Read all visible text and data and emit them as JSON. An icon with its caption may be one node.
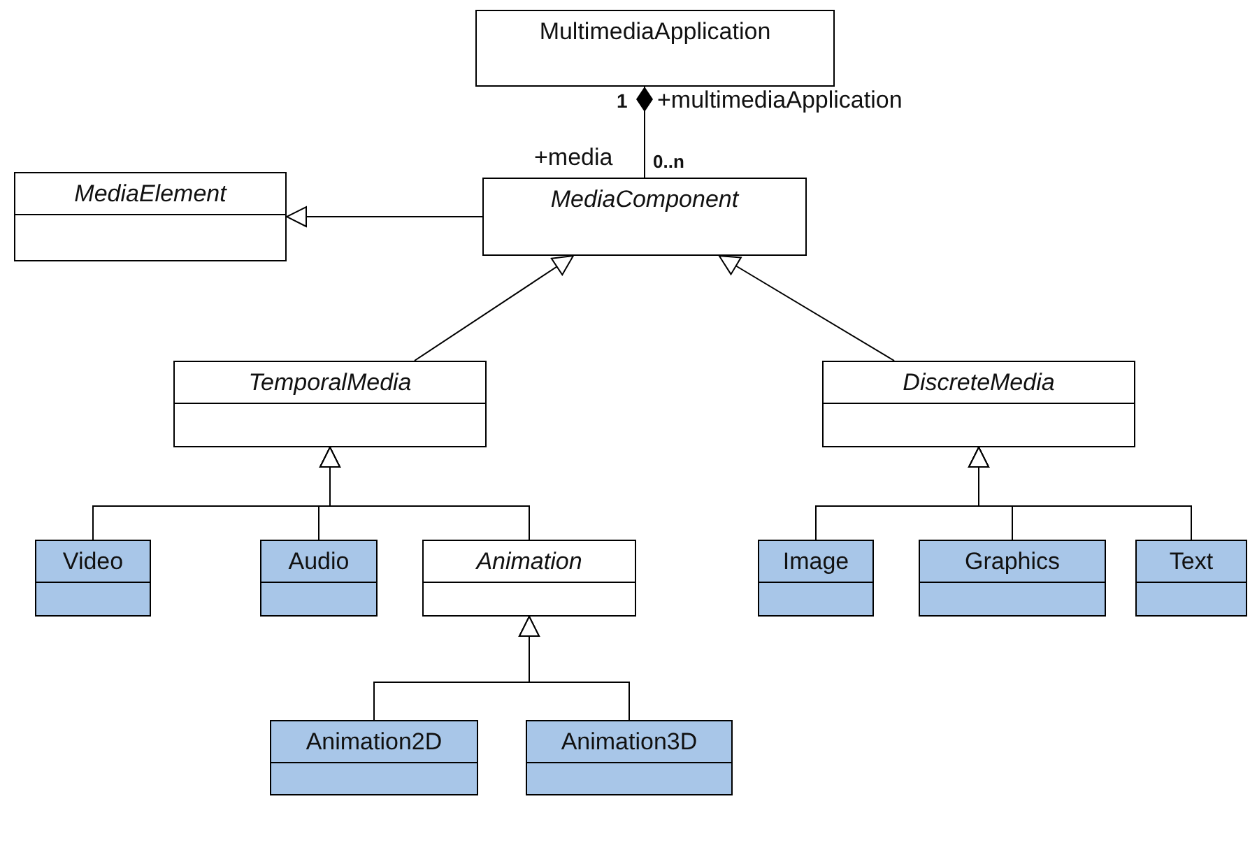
{
  "diagram": {
    "nodes": [
      {
        "text": [
          "MultimediaApplication"
        ]
      },
      {
        "text": [
          "MediaElement"
        ]
      },
      {
        "text": [
          "MediaComponent"
        ]
      },
      {
        "text": [
          "TemporalMedia"
        ]
      },
      {
        "text": [
          "DiscreteMedia"
        ]
      },
      {
        "text": [
          "Video"
        ]
      },
      {
        "text": [
          "Audio"
        ]
      },
      {
        "text": [
          "Animation"
        ]
      },
      {
        "text": [
          "Image"
        ]
      },
      {
        "text": [
          "Graphics"
        ]
      },
      {
        "text": [
          "Text"
        ]
      },
      {
        "text": [
          "Animation2D"
        ]
      },
      {
        "text": [
          "Animation3D"
        ]
      }
    ],
    "edges": [
      {
        "from": 2,
        "to": 0,
        "arrow": "other"
      },
      {
        "from": 2,
        "to": 1,
        "arrow": "to"
      },
      {
        "from": 3,
        "to": 2,
        "arrow": "to"
      },
      {
        "from": 4,
        "to": 2,
        "arrow": "to"
      },
      {
        "from": 5,
        "to": 3,
        "arrow": "to"
      },
      {
        "from": 6,
        "to": 3,
        "arrow": "to"
      },
      {
        "from": 7,
        "to": 3,
        "arrow": "to"
      },
      {
        "from": 8,
        "to": 4,
        "arrow": "to"
      },
      {
        "from": 9,
        "to": 4,
        "arrow": "to"
      },
      {
        "from": 10,
        "to": 4,
        "arrow": "to"
      },
      {
        "from": 11,
        "to": 7,
        "arrow": "to"
      },
      {
        "from": 12,
        "to": 7,
        "arrow": "to"
      }
    ],
    "labels": [
      "1",
      "+multimediaApplication",
      "+media",
      "0..n"
    ]
  }
}
